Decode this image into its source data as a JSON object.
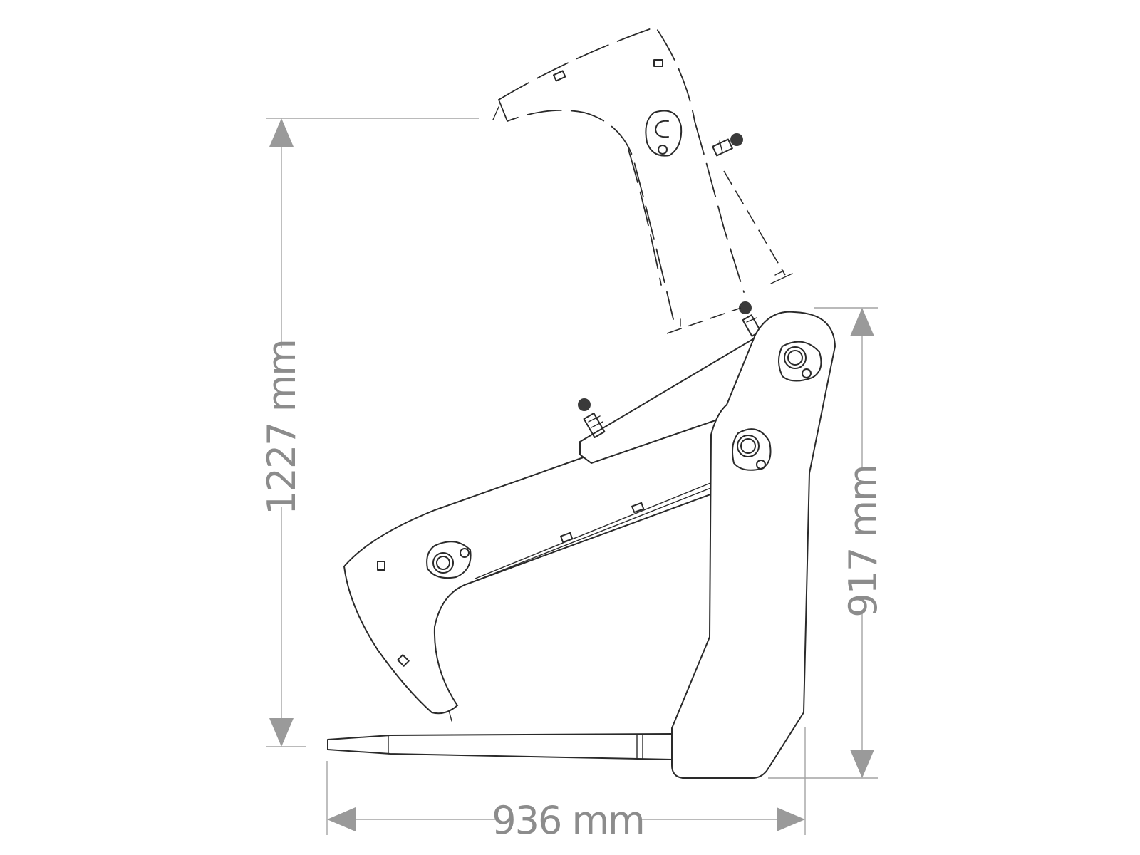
{
  "dimensions": {
    "height_open": "1227 mm",
    "height_closed": "917 mm",
    "length": "936 mm"
  },
  "colors": {
    "line": "#2a2a2a",
    "dimension": "#9a9a9a",
    "background": "#ffffff"
  }
}
